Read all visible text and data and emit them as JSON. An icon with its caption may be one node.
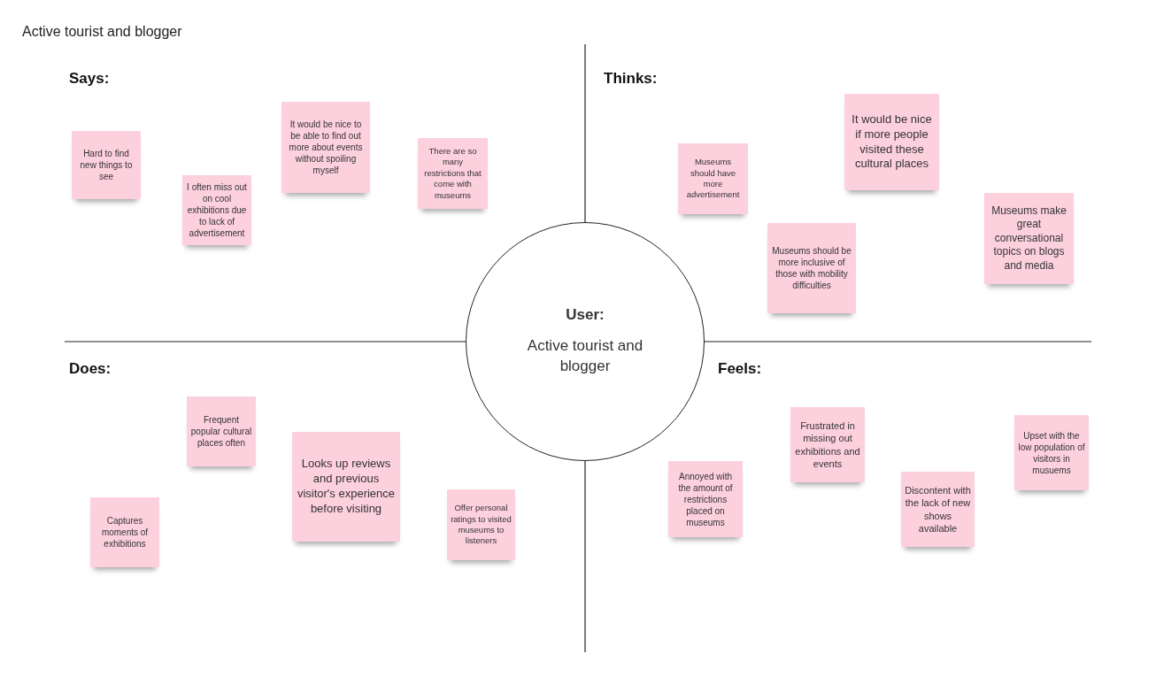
{
  "diagram": {
    "title": "Active tourist and blogger",
    "nodes": [
      {
        "text": [
          "Hard to find new things to see"
        ]
      },
      {
        "text": [
          "I often miss out on cool exhibitions due to lack of advertisement"
        ]
      },
      {
        "text": [
          "It would be nice to be able to find out more about events without spoiling myself"
        ]
      },
      {
        "text": [
          "There are so many restrictions that come with museums"
        ]
      },
      {
        "text": [
          "Museums should have more advertisement"
        ]
      },
      {
        "text": [
          "It would be nice if more people visited these cultural places"
        ]
      },
      {
        "text": [
          "Museums should be more inclusive of those with mobility difficulties"
        ]
      },
      {
        "text": [
          "Museums make great conversational topics on blogs and media"
        ]
      },
      {
        "text": [
          "User:",
          "Active tourist and blogger"
        ]
      },
      {
        "text": [
          "Frequent popular cultural places often"
        ]
      },
      {
        "text": [
          "Looks up reviews and previous visitor's experience before visiting"
        ]
      },
      {
        "text": [
          "Captures moments of exhibitions"
        ]
      },
      {
        "text": [
          "Offer personal ratings to visited museums to listeners"
        ]
      },
      {
        "text": [
          "Annoyed with the amount of restrictions placed on museums"
        ]
      },
      {
        "text": [
          "Frustrated in missing out exhibitions and events"
        ]
      },
      {
        "text": [
          "Discontent with the lack of new shows available"
        ]
      },
      {
        "text": [
          "Upset with the low population of visitors in musuems"
        ]
      }
    ],
    "labels": [
      "Says:",
      "Thinks:",
      "Does:",
      "Feels:"
    ]
  }
}
